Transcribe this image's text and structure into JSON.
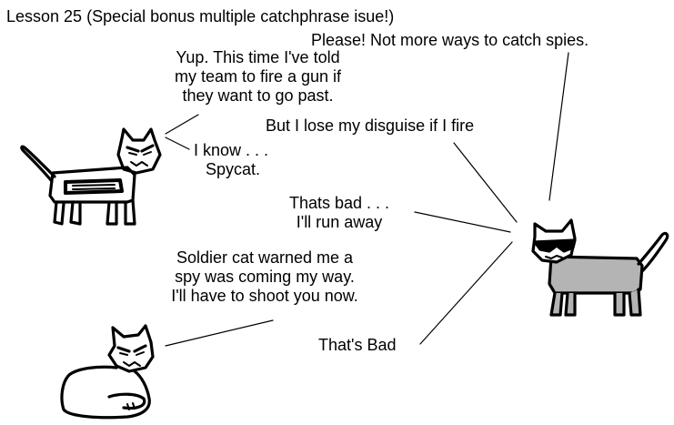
{
  "title": {
    "lesson": "Lesson 25",
    "subtitle": "(Special bonus multiple catchphrase isue!)"
  },
  "dialogue": {
    "please_not_more": "Please!  Not more ways to catch spies.",
    "yup": [
      "Yup.  This time I've told",
      "my team to fire a gun if",
      "they  want to go past."
    ],
    "but_i_lose": "But I lose my disguise if I fire",
    "i_know": [
      "I know . . .",
      "Spycat."
    ],
    "thats_bad_run": [
      "Thats bad . . .",
      "I'll run away"
    ],
    "soldier_warned": [
      "Soldier cat warned me a",
      "spy was coming my way.",
      "I'll have to shoot you now."
    ],
    "thats_bad": "That's Bad"
  },
  "colors": {
    "ink": "#000000",
    "spycat_fill": "#b4b4b4",
    "background": "#ffffff"
  },
  "characters": [
    "soldier-cat",
    "spy-cat",
    "sitting-cat"
  ]
}
